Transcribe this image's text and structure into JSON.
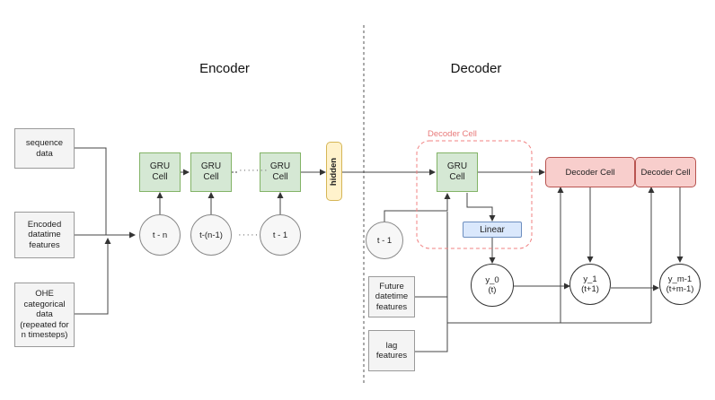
{
  "titles": {
    "encoder": "Encoder",
    "decoder": "Decoder"
  },
  "encoder": {
    "inputs": {
      "sequence": "sequence\ndata",
      "datetime": "Encoded\ndatatime\nfeatures",
      "ohe": "OHE\ncategorical\ndata\n(repeated for\nn timesteps)"
    },
    "gru_cells": [
      "GRU\nCell",
      "GRU\nCell",
      "GRU\nCell"
    ],
    "timesteps": [
      "t - n",
      "t-(n-1)",
      "t - 1"
    ],
    "dots": "·······"
  },
  "hidden_label": "hidden",
  "decoder": {
    "cell_caption": "Decoder Cell",
    "gru_cell": "GRU\nCell",
    "linear": "Linear",
    "input_timestep": "t - 1",
    "future_features": "Future\ndatetime\nfeatures",
    "lag_features": "lag\nfeatures",
    "decoder_cells": [
      "Decoder Cell",
      "Decoder Cell"
    ],
    "outputs": [
      "y_0\n(t)",
      "y_1\n(t+1)",
      "y_m-1\n(t+m-1)"
    ]
  },
  "colors": {
    "gru_fill": "#d5e8d4",
    "gru_stroke": "#82b366",
    "decoder_fill": "#f8cecc",
    "decoder_stroke": "#b85450",
    "hidden_fill": "#fff2cc",
    "hidden_stroke": "#d6b656",
    "linear_fill": "#dae8fc",
    "linear_stroke": "#6c8ebf",
    "decoder_cell_border": "#f08080"
  }
}
